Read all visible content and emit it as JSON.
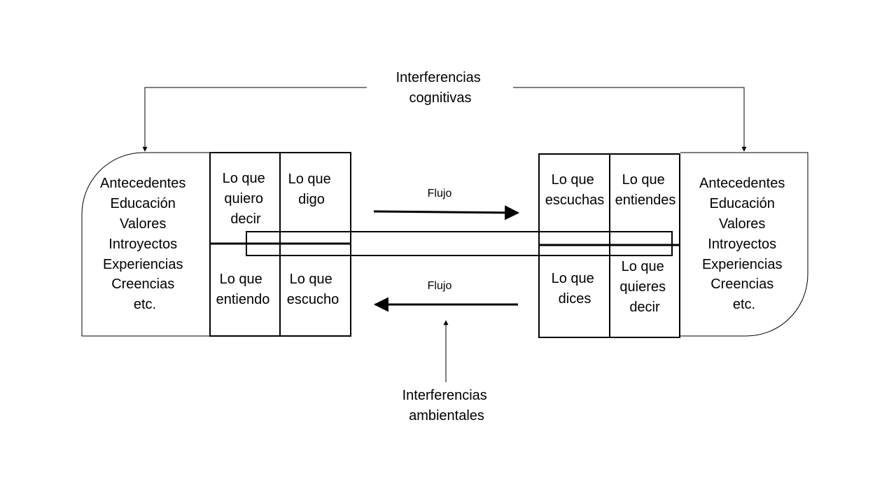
{
  "cognitive_interference": [
    "Interferencias",
    "cognitivas"
  ],
  "environmental_interference": [
    "Interferencias",
    "ambientales"
  ],
  "flow_top": "Flujo",
  "flow_bottom": "Flujo",
  "left_person": {
    "background": [
      "Antecedentes",
      "Educación",
      "Valores",
      "Introyectos",
      "Experiencias",
      "Creencias",
      "etc."
    ],
    "cell_tl": [
      "Lo que",
      "quiero",
      "decir"
    ],
    "cell_tr": [
      "Lo que",
      "digo"
    ],
    "cell_bl": [
      "Lo que",
      "entiendo"
    ],
    "cell_br": [
      "Lo que",
      "escucho"
    ]
  },
  "right_person": {
    "background": [
      "Antecedentes",
      "Educación",
      "Valores",
      "Introyectos",
      "Experiencias",
      "Creencias",
      "etc."
    ],
    "cell_tl": [
      "Lo que",
      "escuchas"
    ],
    "cell_tr": [
      "Lo que",
      "entiendes"
    ],
    "cell_bl": [
      "Lo que",
      "dices"
    ],
    "cell_br": [
      "Lo que",
      "quieres",
      "decir"
    ]
  }
}
